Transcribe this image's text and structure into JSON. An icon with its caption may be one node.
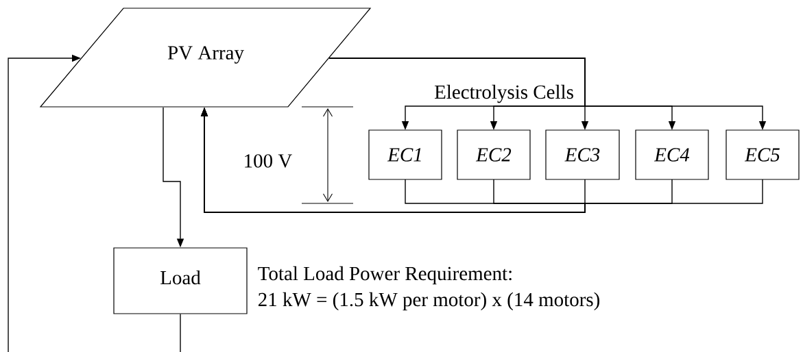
{
  "diagram": {
    "nodes": [
      {
        "text": [
          "PV Array"
        ]
      },
      {
        "text": [
          "EC1"
        ]
      },
      {
        "text": [
          "EC2"
        ]
      },
      {
        "text": [
          "EC3"
        ]
      },
      {
        "text": [
          "EC4"
        ]
      },
      {
        "text": [
          "EC5"
        ]
      },
      {
        "text": [
          "Load"
        ],
        "beside": [
          "Total Load Power Requirement:",
          "21 kW = (1.5 kW per motor) x (14 motors)"
        ]
      }
    ],
    "edges": [
      {
        "from": 0,
        "to": 6,
        "arrow": "to"
      },
      {
        "from": 0,
        "to": 1,
        "arrow": "to"
      },
      {
        "from": 0,
        "to": 2,
        "arrow": "to"
      },
      {
        "from": 0,
        "to": 3,
        "arrow": "to"
      },
      {
        "from": 0,
        "to": 4,
        "arrow": "to"
      },
      {
        "from": 0,
        "to": 5,
        "arrow": "to"
      },
      {
        "from": 1,
        "to": 0,
        "arrow": "to"
      },
      {
        "from": 2,
        "to": 0,
        "arrow": "to"
      },
      {
        "from": 3,
        "to": 0,
        "arrow": "to"
      },
      {
        "from": 4,
        "to": 0,
        "arrow": "to"
      },
      {
        "from": 5,
        "to": 0,
        "arrow": "to"
      },
      {
        "from": 6,
        "to": null,
        "arrow": "none"
      },
      {
        "from": null,
        "to": 0,
        "arrow": "to"
      }
    ],
    "labels": [
      "Electrolysis Cells",
      "100 V"
    ]
  }
}
